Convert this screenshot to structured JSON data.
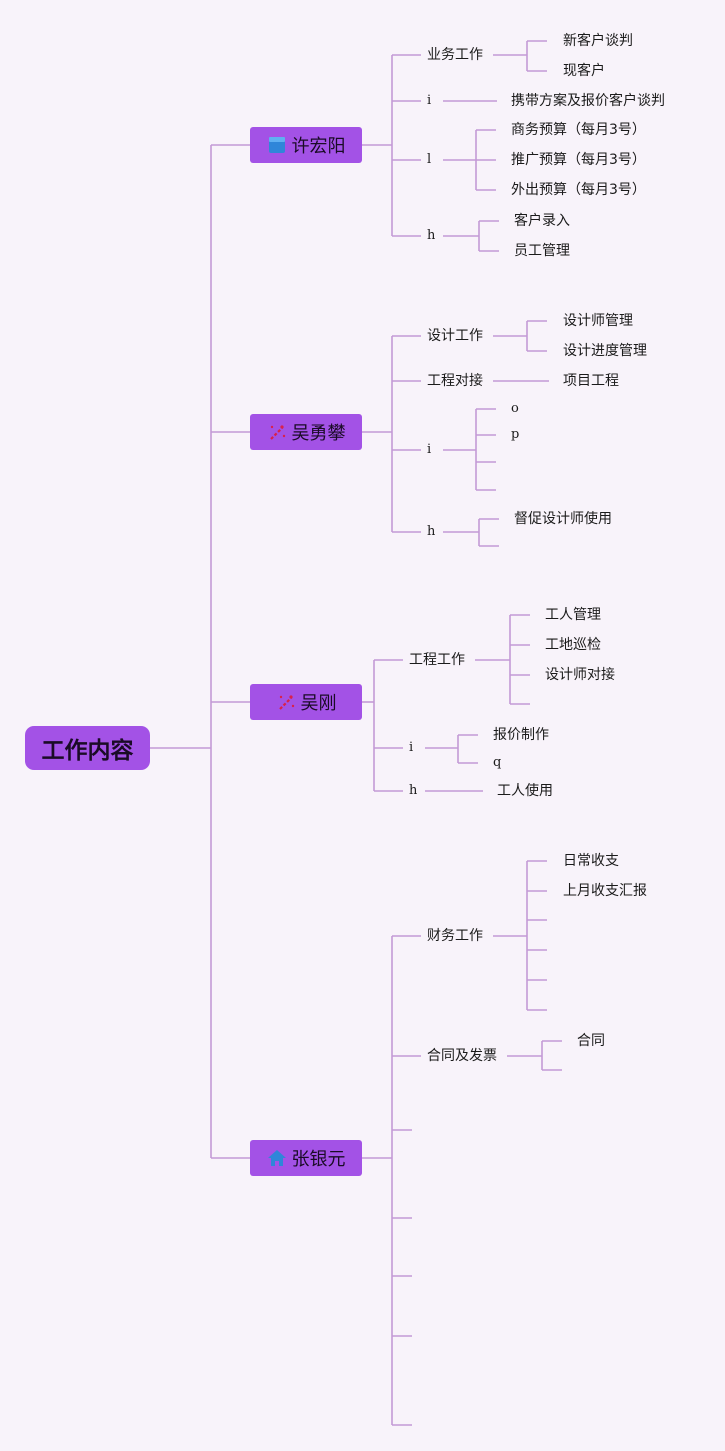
{
  "root": "工作内容",
  "people": [
    {
      "name": "许宏阳",
      "icon": "blue-square-icon",
      "groups": [
        {
          "label": "业务工作",
          "items": [
            "新客户谈判",
            "现客户"
          ]
        },
        {
          "label": "i",
          "items": [
            "携带方案及报价客户谈判"
          ]
        },
        {
          "label": "l",
          "items": [
            "商务预算（每月3号）",
            "推广预算（每月3号）",
            "外出预算（每月3号）"
          ]
        },
        {
          "label": "h",
          "items": [
            "客户录入",
            "员工管理"
          ]
        }
      ]
    },
    {
      "name": "吴勇攀",
      "icon": "magic-wand-icon",
      "groups": [
        {
          "label": "设计工作",
          "items": [
            "设计师管理",
            "设计进度管理"
          ]
        },
        {
          "label": "工程对接",
          "items": [
            "项目工程"
          ]
        },
        {
          "label": "i",
          "items": [
            "o",
            "p",
            "",
            ""
          ]
        },
        {
          "label": "h",
          "items": [
            "督促设计师使用",
            ""
          ]
        }
      ]
    },
    {
      "name": "吴刚",
      "icon": "magic-wand-icon",
      "groups": [
        {
          "label": "工程工作",
          "items": [
            "工人管理",
            "工地巡检",
            "设计师对接",
            ""
          ]
        },
        {
          "label": "i",
          "items": [
            "报价制作",
            "q"
          ]
        },
        {
          "label": "h",
          "items": [
            "工人使用"
          ]
        }
      ]
    },
    {
      "name": "张银元",
      "icon": "home-icon",
      "groups": [
        {
          "label": "财务工作",
          "items": [
            "日常收支",
            "上月收支汇报",
            "",
            "",
            "",
            ""
          ]
        },
        {
          "label": "合同及发票",
          "items": [
            "合同",
            ""
          ]
        },
        {
          "label": "",
          "items": []
        },
        {
          "label": "",
          "items": []
        },
        {
          "label": "",
          "items": []
        },
        {
          "label": "",
          "items": []
        },
        {
          "label": "",
          "items": []
        }
      ]
    }
  ],
  "colors": {
    "node": "#a352e6",
    "line": "#c39ad6",
    "background": "#f8f3fa"
  }
}
